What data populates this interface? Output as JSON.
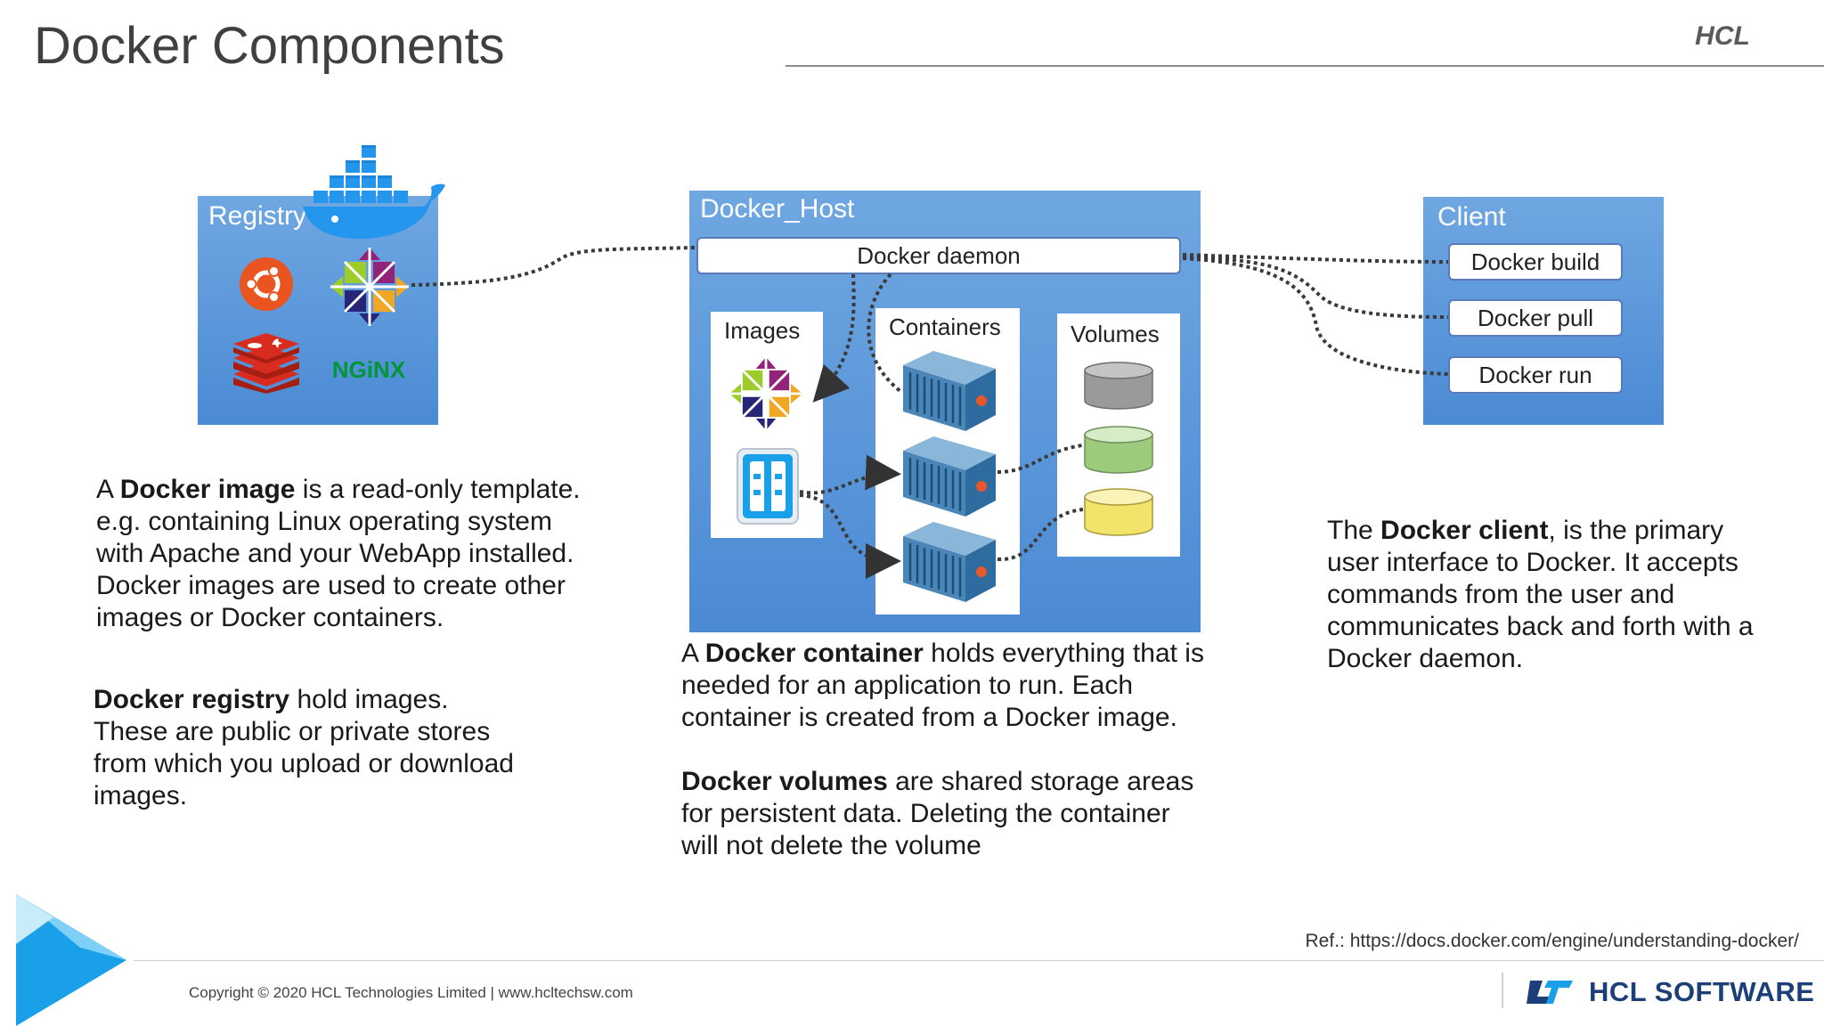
{
  "slide": {
    "title": "Docker Components",
    "brand_top": "HCL"
  },
  "registry": {
    "label": "Registry",
    "nginx_logo_text": "NGiNX"
  },
  "docker_host": {
    "label": "Docker_Host",
    "daemon_label": "Docker daemon",
    "images_label": "Images",
    "containers_label": "Containers",
    "volumes_label": "Volumes"
  },
  "client": {
    "label": "Client",
    "commands": [
      "Docker build",
      "Docker pull",
      "Docker run"
    ]
  },
  "text": {
    "image_desc": {
      "prefix": "A ",
      "bold": "Docker image",
      "rest": " is a read-only template.",
      "lines": [
        "e.g. containing Linux operating system",
        "with Apache and your WebApp installed.",
        "Docker images are used to create other",
        "images or Docker containers."
      ]
    },
    "registry_desc": {
      "bold": "Docker registry",
      "rest": " hold images.",
      "lines": [
        "These are public or private stores",
        "from which you upload or download",
        "images."
      ]
    },
    "container_desc": {
      "prefix": "A ",
      "bold": "Docker container",
      "rest": " holds everything that is",
      "lines": [
        "needed for an application to run. Each",
        "container is created from a Docker image."
      ]
    },
    "volumes_desc": {
      "bold": "Docker volumes",
      "rest": " are shared storage areas",
      "lines": [
        "for persistent data. Deleting the container",
        "will not delete the volume"
      ]
    },
    "client_desc": {
      "prefix": "The ",
      "bold": "Docker client",
      "rest": ", is the primary",
      "lines": [
        "user interface to Docker. It accepts",
        "commands from the user and",
        "communicates back and forth with a",
        "Docker daemon."
      ]
    }
  },
  "footer": {
    "reference": "Ref.: https://docs.docker.com/engine/understanding-docker/",
    "copyright": "Copyright © 2020 HCL Technologies Limited  |  www.hcltechsw.com",
    "brand": "HCL SOFTWARE"
  },
  "colors": {
    "panel_blue": "#5b97da",
    "title_gray": "#404040",
    "hcl_navy": "#1c3f7a",
    "docker_blue": "#2496ed",
    "ubuntu_orange": "#e95420",
    "redis_red": "#d82c20",
    "nginx_green": "#009639"
  },
  "icons": [
    "docker-whale-icon",
    "ubuntu-icon",
    "centos-icon",
    "redis-icon",
    "nginx-icon",
    "container-icon",
    "volume-icon",
    "app-image-icon",
    "play-triangle-icon",
    "hcl-software-logo-icon"
  ]
}
